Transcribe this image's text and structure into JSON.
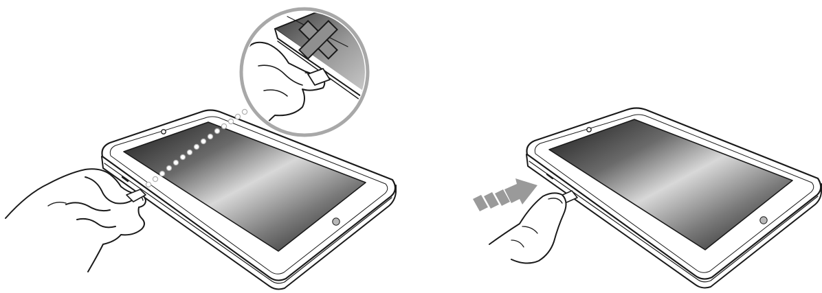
{
  "figures": [
    {
      "id": "incorrect-insertion",
      "panel": "left",
      "tablet_screen_gradient": [
        "#1a1a1a",
        "#6a6a6a",
        "#d8d8d8",
        "#7a7a7a",
        "#141414"
      ],
      "zoom_callout": {
        "mark": "x-mark",
        "mark_fill": "#8f8f8f",
        "ring_color": "#a8a8a8"
      },
      "dotted_leader_color": "#b0b0b0"
    },
    {
      "id": "correct-insertion",
      "panel": "right",
      "tablet_screen_gradient": [
        "#1a1a1a",
        "#6a6a6a",
        "#d8d8d8",
        "#7a7a7a",
        "#141414"
      ],
      "direction_arrow": {
        "icon": "arrow-right-icon",
        "fill": "#9a9a9a"
      }
    }
  ],
  "colors": {
    "outline": "#1a1a1a",
    "bezel": "#ffffff",
    "background": "#ffffff"
  }
}
